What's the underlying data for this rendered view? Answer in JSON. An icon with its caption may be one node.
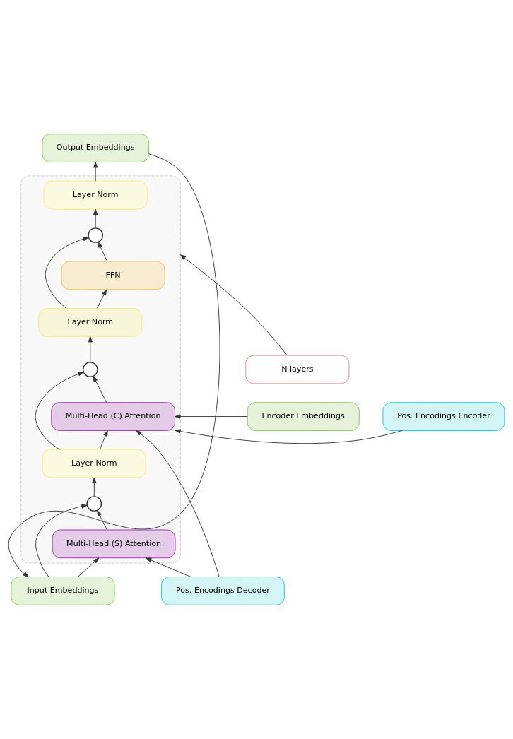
{
  "diagram": {
    "nodes": [
      {
        "text": [
          "Output Embeddings"
        ]
      },
      {
        "text": [],
        "shape": "box"
      },
      {
        "text": [
          "Layer Norm"
        ],
        "in": 1
      },
      {
        "text": [],
        "shape": "circle",
        "in": 1
      },
      {
        "text": [
          "FFN"
        ],
        "in": 1
      },
      {
        "text": [
          "Layer Norm"
        ],
        "in": 1
      },
      {
        "text": [],
        "shape": "circle",
        "in": 1
      },
      {
        "text": [
          "Multi-Head (C) Attention"
        ],
        "in": 1
      },
      {
        "text": [
          "Layer Norm"
        ],
        "in": 1
      },
      {
        "text": [],
        "shape": "circle",
        "in": 1
      },
      {
        "text": [
          "Multi-Head (S) Attention"
        ],
        "in": 1
      },
      {
        "text": [
          "N layers"
        ]
      },
      {
        "text": [
          "Encoder Embeddings"
        ]
      },
      {
        "text": [
          "Pos. Encodings Encoder"
        ]
      },
      {
        "text": [
          "Pos. Encodings Decoder"
        ]
      },
      {
        "text": [
          "Input Embeddings"
        ]
      }
    ],
    "edges": [
      {
        "from": 2,
        "to": 0,
        "arrow": "to"
      },
      {
        "from": 3,
        "to": 2,
        "arrow": "to"
      },
      {
        "from": 4,
        "to": 3,
        "arrow": "to"
      },
      {
        "from": 5,
        "to": 4,
        "arrow": "to"
      },
      {
        "from": 5,
        "to": 3,
        "arrow": "to"
      },
      {
        "from": 6,
        "to": 5,
        "arrow": "to"
      },
      {
        "from": 7,
        "to": 6,
        "arrow": "to"
      },
      {
        "from": 8,
        "to": 7,
        "arrow": "to"
      },
      {
        "from": 8,
        "to": 6,
        "arrow": "to"
      },
      {
        "from": 14,
        "to": 7,
        "arrow": "to"
      },
      {
        "from": 14,
        "to": 10,
        "arrow": "to"
      },
      {
        "from": 12,
        "to": 7,
        "arrow": "to"
      },
      {
        "from": 13,
        "to": 7,
        "arrow": "to"
      },
      {
        "from": 9,
        "to": 8,
        "arrow": "to"
      },
      {
        "from": 10,
        "to": 9,
        "arrow": "to"
      },
      {
        "from": 15,
        "to": 9,
        "arrow": "to"
      },
      {
        "from": 15,
        "to": 10,
        "arrow": "to"
      },
      {
        "from": 0,
        "to": 15,
        "arrow": "to"
      },
      {
        "from": 11,
        "to": 1,
        "arrow": "to"
      }
    ]
  }
}
